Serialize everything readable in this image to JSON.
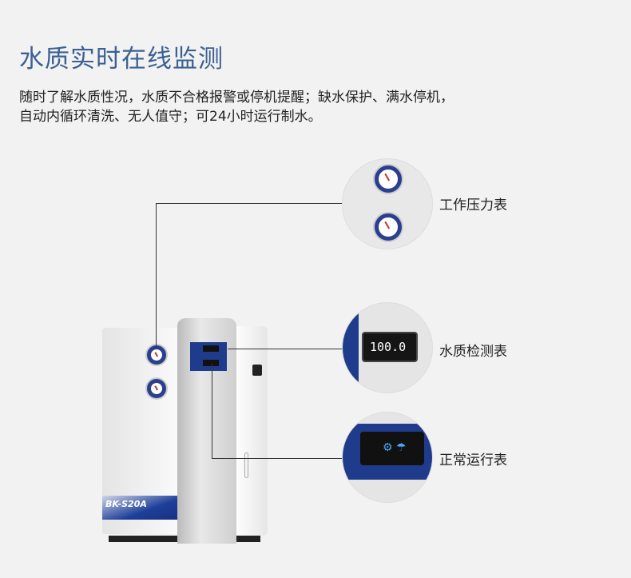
{
  "title": "水质实时在线监测",
  "description": [
    "随时了解水质性况，水质不合格报警或停机提醒；缺水保护、满水停机，",
    "自动内循环清洗、无人值守；可24小时运行制水。"
  ],
  "callouts": [
    {
      "label": "工作压力表",
      "icon": "pressure-gauge"
    },
    {
      "label": "水质检测表",
      "icon": "water-quality-display",
      "reading": "100.0"
    },
    {
      "label": "正常运行表",
      "icon": "status-display"
    }
  ],
  "product": {
    "model": "BK-S20A"
  },
  "colors": {
    "title": "#3b6193",
    "brand_blue": "#2a3f8f",
    "background": "#f2f2f2"
  }
}
